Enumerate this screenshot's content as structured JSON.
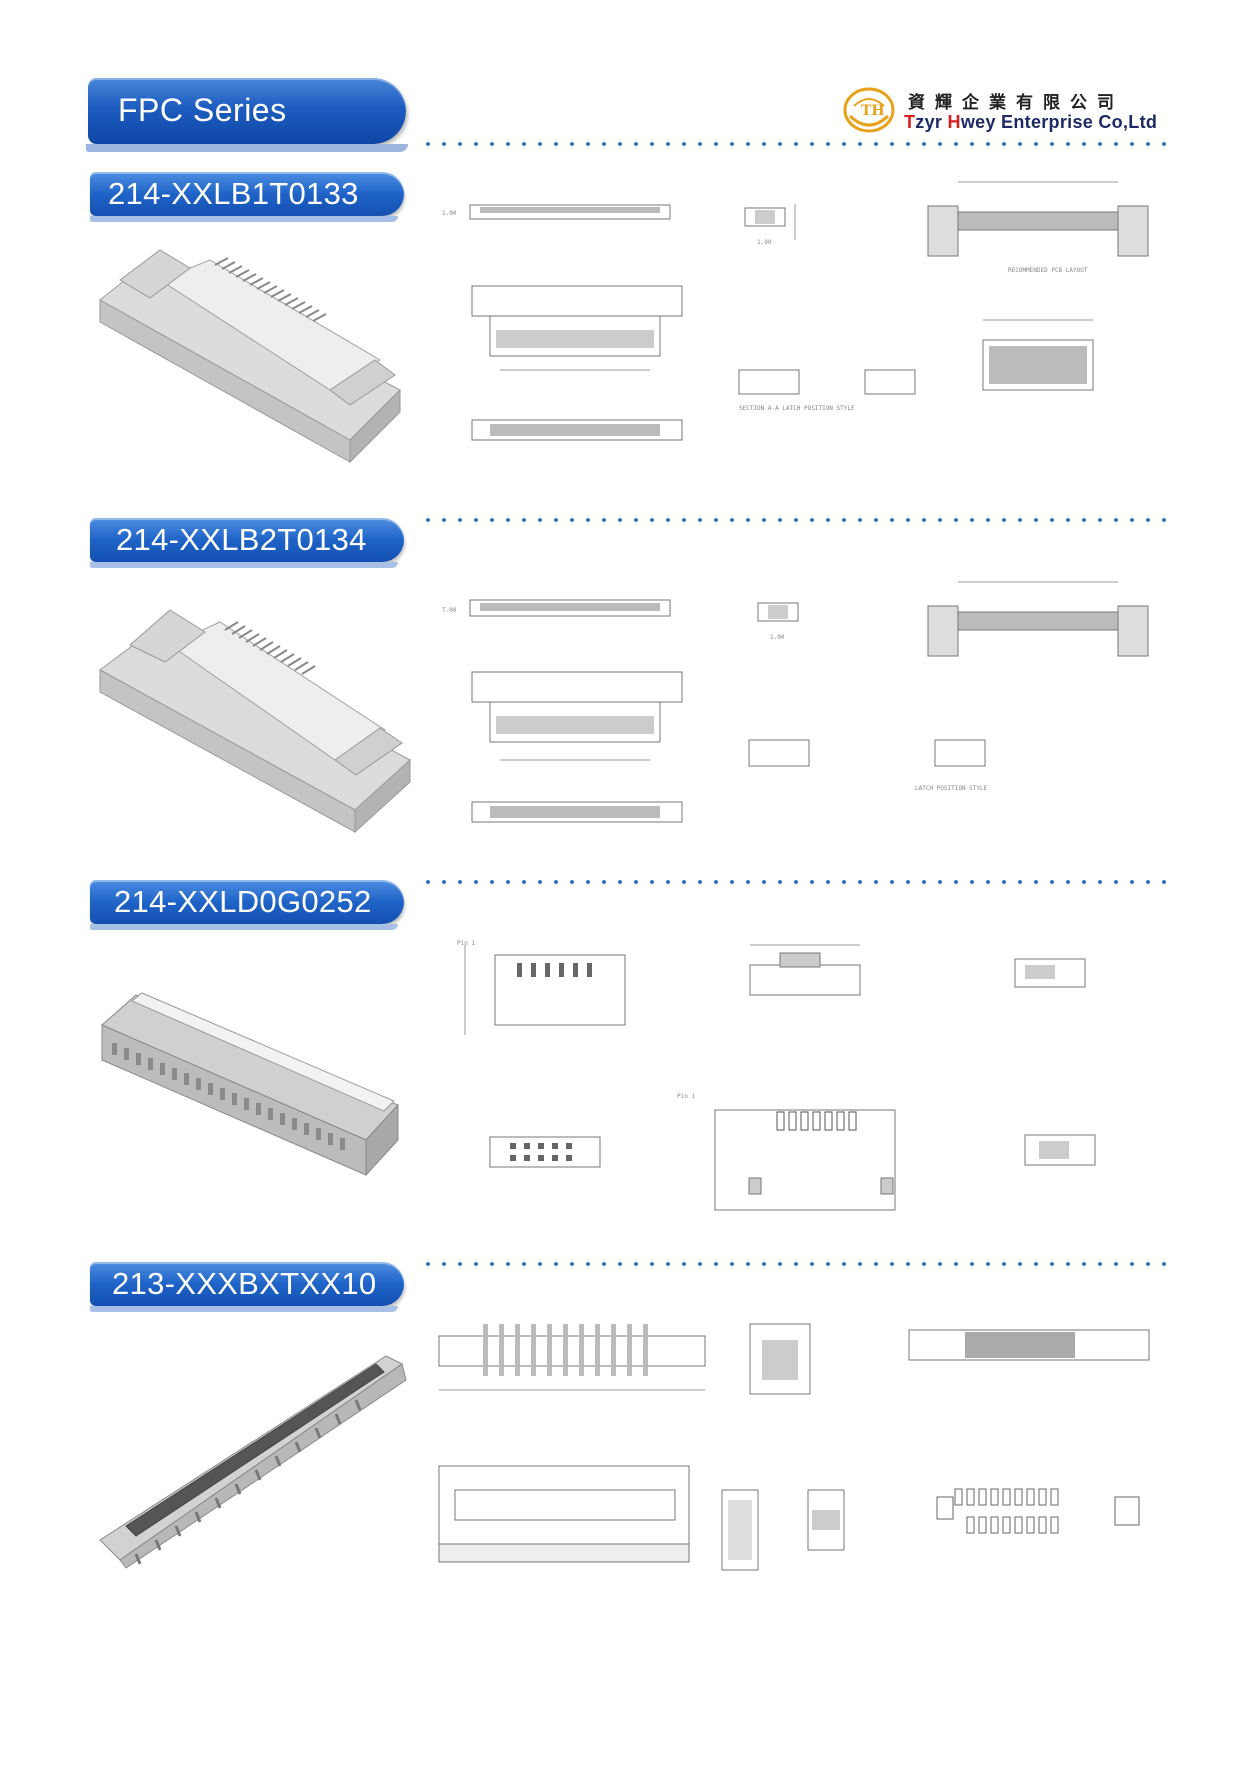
{
  "header": {
    "series_title": "FPC Series",
    "company_name_cn": "資輝企業有限公司",
    "company_name_en_first": "T",
    "company_name_en_rest1": "zyr ",
    "company_name_en_h": "H",
    "company_name_en_rest2": "wey Enterprise Co,Ltd",
    "logo_icon": "tzyr-hwey-logo-icon"
  },
  "colors": {
    "accent": "#1d5cc0",
    "dots": "#2f67c4",
    "logo": "#e8a21a"
  },
  "parts": [
    {
      "part_number": "214-XXLB1T0133"
    },
    {
      "part_number": "214-XXLB2T0134"
    },
    {
      "part_number": "214-XXLD0G0252"
    },
    {
      "part_number": "213-XXXBXTXX10"
    }
  ]
}
